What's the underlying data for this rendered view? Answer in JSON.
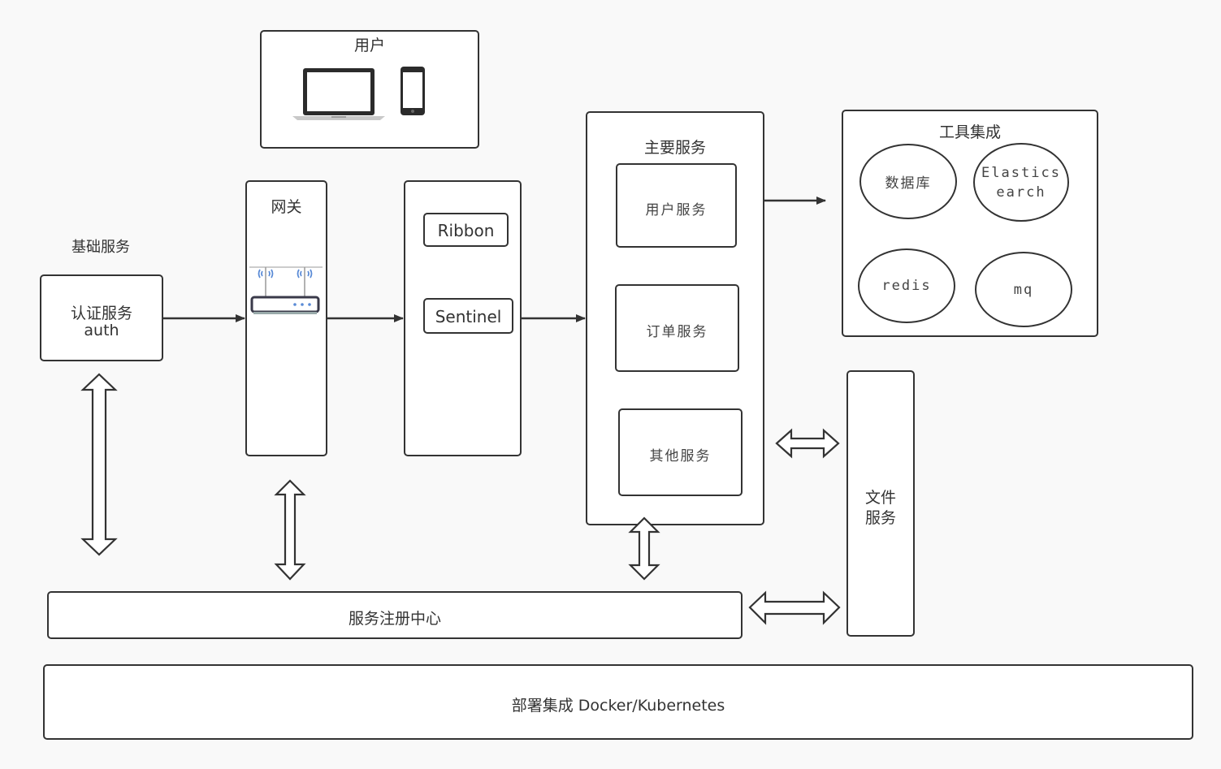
{
  "users": {
    "title": "用户"
  },
  "basic_services": {
    "title": "基础服务",
    "auth_line1": "认证服务",
    "auth_line2": "auth"
  },
  "gateway": {
    "title": "网关"
  },
  "load_balancing": {
    "ribbon": "Ribbon",
    "sentinel": "Sentinel"
  },
  "main_services": {
    "title": "主要服务",
    "items": [
      "用户服务",
      "订单服务",
      "其他服务"
    ]
  },
  "tools": {
    "title": "工具集成",
    "items": [
      "数据库",
      "Elastics\nearch",
      "redis",
      "mq"
    ]
  },
  "file_service": {
    "line1": "文件",
    "line2": "服务"
  },
  "registry": {
    "label": "服务注册中心"
  },
  "deploy": {
    "label": "部署集成 Docker/Kubernetes"
  },
  "colors": {
    "stroke": "#333333",
    "background": "#f9f9f9",
    "router_blue": "#5a8bd6"
  }
}
